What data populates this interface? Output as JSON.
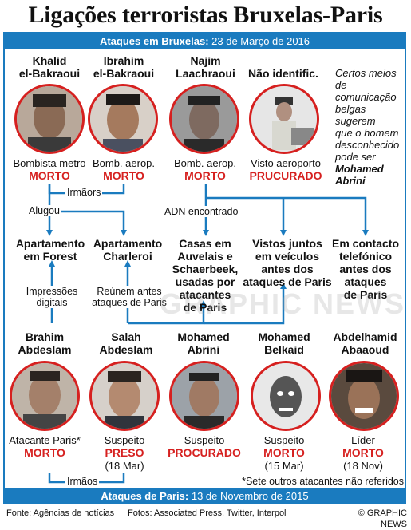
{
  "title": "Ligações terroristas Bruxelas-Paris",
  "brussels_band": {
    "label": "Ataques em Bruxelas:",
    "date": "23 de Março de 2016"
  },
  "paris_band": {
    "label": "Ataques de Paris:",
    "date": "13 de Novembro de 2015"
  },
  "top_people": [
    {
      "name1": "Khalid",
      "name2": "el-Bakraoui",
      "role": "Bombista metro",
      "status": "MORTO"
    },
    {
      "name1": "Ibrahim",
      "name2": "el-Bakraoui",
      "role": "Bomb. aerop.",
      "status": "MORTO"
    },
    {
      "name1": "Najim",
      "name2": "Laachraoui",
      "role": "Bomb. aerop.",
      "status": "MORTO"
    },
    {
      "name1": "Não identific.",
      "name2": "",
      "role": "Visto aeroporto",
      "status": "PRUCURADO"
    }
  ],
  "note": {
    "line1": "Certos meios",
    "line2": "de comunicação",
    "line3": "belgas sugerem",
    "line4": "que o homem",
    "line5": "desconhecido",
    "line6": "pode ser",
    "name1": "Mohamed",
    "name2": "Abrini"
  },
  "links": {
    "irmaos_top": "Irmãors",
    "alugou": "Alugou",
    "adn": "ADN encontrado",
    "impressoes1": "Impressões",
    "impressoes2": "digitais",
    "reunem1": "Reúnem antes",
    "reunem2": "ataques de Paris",
    "irmaos_bottom": "Irmãos"
  },
  "places": [
    {
      "l1": "Apartamento",
      "l2": "em Forest",
      "l3": "",
      "l4": ""
    },
    {
      "l1": "Apartamento",
      "l2": "Charleroi",
      "l3": "",
      "l4": ""
    },
    {
      "l1": "Casas em",
      "l2": "Auvelais e",
      "l3": "Schaerbeek,",
      "l4": "usadas por",
      "l5": "atacantes",
      "l6": "de Paris"
    },
    {
      "l1": "Vistos juntos",
      "l2": "em veículos",
      "l3": "antes dos",
      "l4": "ataques de Paris"
    },
    {
      "l1": "Em contacto",
      "l2": "telefónico",
      "l3": "antes dos",
      "l4": "ataques",
      "l5": "de Paris"
    }
  ],
  "bottom_people": [
    {
      "name1": "Brahim",
      "name2": "Abdeslam",
      "role": "Atacante Paris*",
      "status": "MORTO",
      "date": ""
    },
    {
      "name1": "Salah",
      "name2": "Abdeslam",
      "role": "Suspeito",
      "status": "PRESO",
      "date": "(18 Mar)"
    },
    {
      "name1": "Mohamed",
      "name2": "Abrini",
      "role": "Suspeito",
      "status": "PROCURADO",
      "date": ""
    },
    {
      "name1": "Mohamed",
      "name2": "Belkaid",
      "role": "Suspeito",
      "status": "MORTO",
      "date": "(15 Mar)"
    },
    {
      "name1": "Abdelhamid",
      "name2": "Abaaoud",
      "role": "Líder",
      "status": "MORTO",
      "date": "(18 Nov)"
    }
  ],
  "footnote": "*Sete outros atacantes não referidos",
  "footer": {
    "source": "Fonte: Agências de notícias",
    "photos": "Fotos: Associated Press, Twitter, Interpol",
    "credit": "© GRAPHIC NEWS"
  },
  "colors": {
    "blue": "#1a7bbf",
    "red": "#d6201f"
  }
}
